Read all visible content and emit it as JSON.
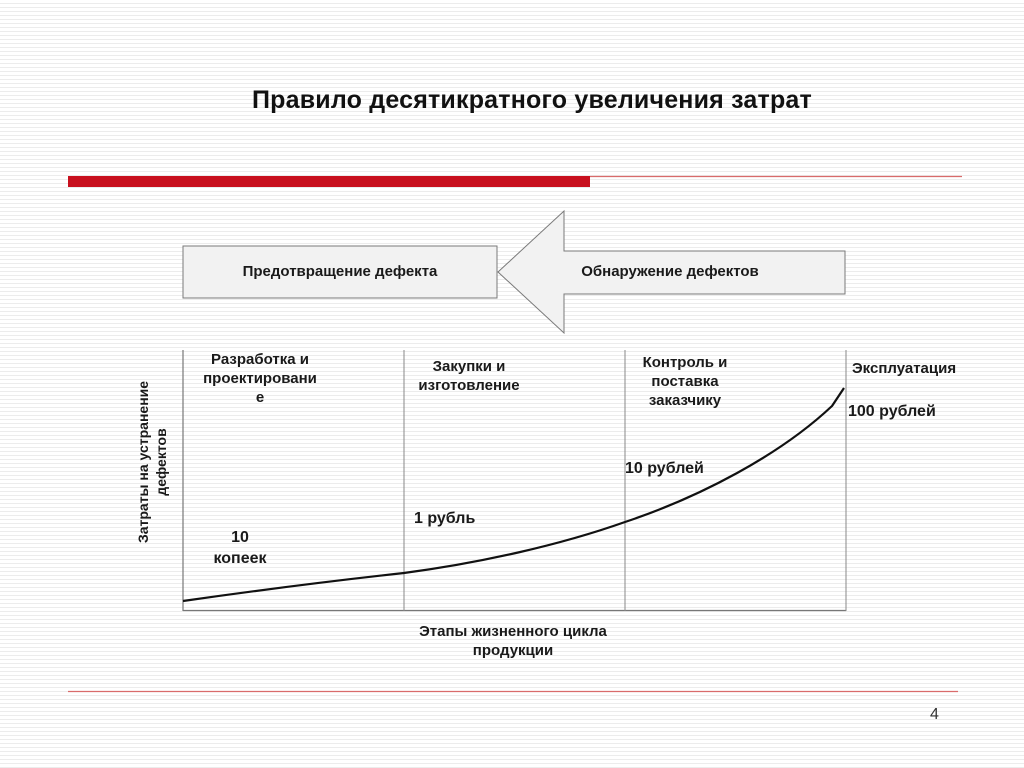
{
  "slide": {
    "title": "Правило десятикратного увеличения затрат",
    "page_number": "4"
  },
  "arrow": {
    "left_box": "Предотвращение дефекта",
    "right_box": "Обнаружение дефектов"
  },
  "chart": {
    "y_axis_label_line1": "Затраты на устранение",
    "y_axis_label_line2": "дефектов",
    "x_axis_label_line1": "Этапы жизненного цикла",
    "x_axis_label_line2": "продукции",
    "stages": [
      {
        "lines": [
          "Разработка и",
          "проектировани",
          "е"
        ]
      },
      {
        "lines": [
          "Закупки и",
          "изготовление"
        ]
      },
      {
        "lines": [
          "Контроль и",
          "поставка",
          "заказчику"
        ]
      },
      {
        "lines": [
          "Эксплуатация"
        ]
      }
    ],
    "costs": [
      {
        "lines": [
          "10",
          "копеек"
        ]
      },
      {
        "lines": [
          "1 рубль"
        ]
      },
      {
        "lines": [
          "10 рублей"
        ]
      },
      {
        "lines": [
          "100 рублей"
        ]
      }
    ]
  },
  "colors": {
    "accent_red": "#c8101e",
    "thin_red_line": "#d96b6b"
  }
}
